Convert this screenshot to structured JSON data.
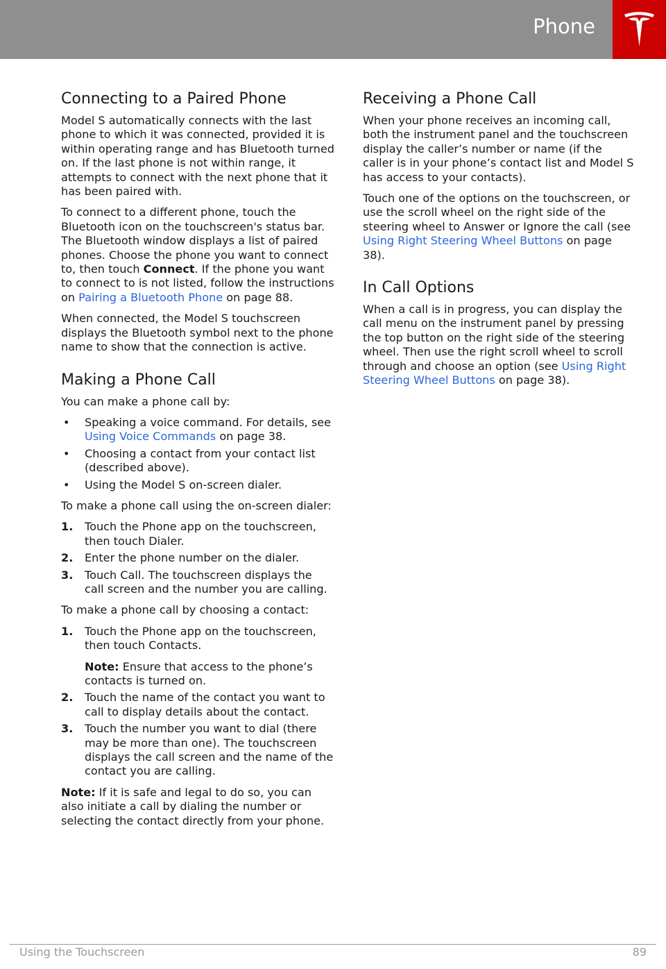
{
  "header": {
    "title": "Phone",
    "accent": "#cc0000",
    "bar_color": "#8f8f8f"
  },
  "connecting": {
    "heading": "Connecting to a Paired Phone",
    "p1": "Model S automatically connects with the last phone to which it was connected, provided it is within operating range and has Bluetooth turned on. If the last phone is not within range, it attempts to connect with the next phone that it has been paired with.",
    "p2_a": "To connect to a different phone, touch the Bluetooth icon on the touchscreen's status bar. The Bluetooth window displays a list of paired phones. Choose the phone you want to connect to, then touch ",
    "p2_bold": "Connect",
    "p2_b": ". If the phone you want to connect to is not listed, follow the instructions on ",
    "p2_link": "Pairing a Bluetooth Phone",
    "p2_c": " on page 88.",
    "p3": "When connected, the Model S touchscreen displays the Bluetooth symbol next to the phone name to show that the connection is active."
  },
  "making": {
    "heading": "Making a Phone Call",
    "intro": "You can make a phone call by:",
    "bullets": [
      {
        "a": "Speaking a voice command. For details, see ",
        "link": "Using Voice Commands",
        "b": " on page 38."
      },
      {
        "a": "Choosing a contact from your contact list (described above)."
      },
      {
        "a": "Using the Model S on-screen dialer."
      }
    ],
    "dialer_intro": "To make a phone call using the on-screen dialer:",
    "dialer_steps": [
      {
        "num": "1.",
        "text": "Touch the Phone app on the touchscreen, then touch Dialer."
      },
      {
        "num": "2.",
        "text": "Enter the phone number on the dialer."
      },
      {
        "num": "3.",
        "text": "Touch Call. The touchscreen displays the call screen and the number you are calling."
      }
    ],
    "contact_intro": "To make a phone call by choosing a contact:",
    "contact_steps": [
      {
        "num": "1.",
        "text": "Touch the Phone app on the touchscreen, then touch Contacts.",
        "note_label": "Note:",
        "note": " Ensure that access to the phone’s contacts is turned on."
      },
      {
        "num": "2.",
        "text": "Touch the name of the contact you want to call to display details about the contact."
      },
      {
        "num": "3.",
        "text": "Touch the number you want to dial (there may be more than one). The touchscreen displays the call screen and the name of the contact you are calling."
      }
    ],
    "note_label": "Note:",
    "note": " If it is safe and legal to do so, you can also initiate a call by dialing the number or selecting the contact directly from your phone."
  },
  "receiving": {
    "heading": "Receiving a Phone Call",
    "p1": "When your phone receives an incoming call, both the instrument panel and the touchscreen display the caller’s number or name (if the caller is in your phone’s contact list and Model S has access to your contacts).",
    "p2_a": "Touch one of the options on the touchscreen, or use the scroll wheel on the right side of the steering wheel to Answer or Ignore the call (see ",
    "p2_link": "Using Right Steering Wheel Buttons",
    "p2_b": " on page 38)."
  },
  "in_call": {
    "heading": "In Call Options",
    "p1_a": "When a call is in progress, you can display the call menu on the instrument panel by pressing the top button on the right side of the steering wheel. Then use the right scroll wheel to scroll through and choose an option (see ",
    "p1_link": "Using Right Steering Wheel Buttons",
    "p1_b": " on page 38)."
  },
  "footer": {
    "section": "Using the Touchscreen",
    "page": "89"
  }
}
